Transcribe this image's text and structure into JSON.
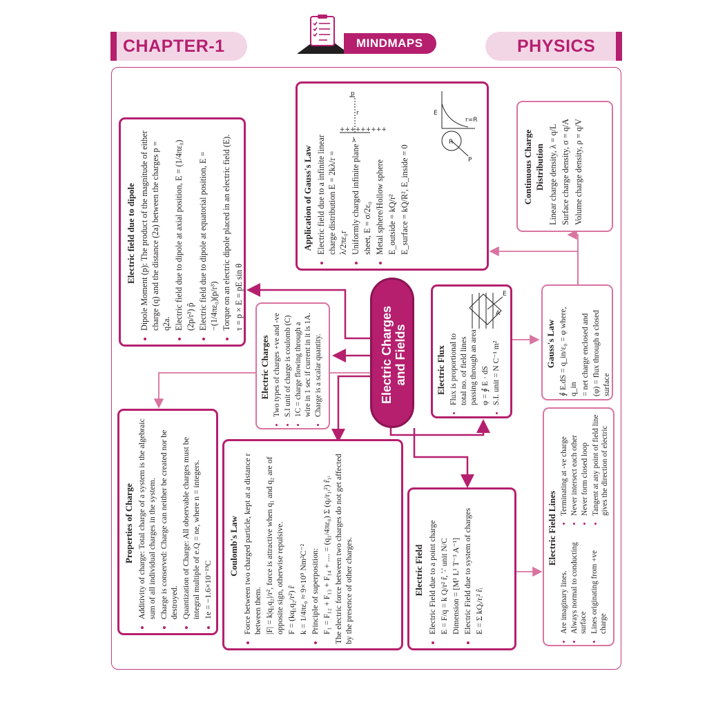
{
  "header": {
    "chapter": "CHAPTER-1",
    "badge": "MINDMAPS",
    "subject": "PHYSICS",
    "badge_icon": "clipboard-checklist-icon"
  },
  "colors": {
    "accent": "#b51f6e",
    "accent_light": "#f3d6e6",
    "connector": "#d9739f"
  },
  "center": {
    "line1": "Electric Charges",
    "line2": "and Fields"
  },
  "dipole": {
    "title": "Electric field due to dipole",
    "items": [
      "Dipole Moment (p): The product of the magnitude of either charge (q) and the distance (2a) between the charges p = q2a.",
      "Electric field due to dipole at axial position, E = (1/4πε₀)(2p/r³) p̂",
      "Electric field due to dipole at equatorial position, E = −(1/4πε₀)(p/r³)",
      "Torque on an electric dipole placed in an electric field (E)."
    ],
    "torque": "τ = p × E = pE sin θ"
  },
  "gauss_app": {
    "title": "Application of Gauss's Law",
    "items": [
      "Electric field due to a infinite linear charge distribution E = 2kλ/r = λ/2πε₀r",
      "Uniformly charged infinite plane sheet, E = σ/2ε₀",
      "Metal sphere/Hollow sphere"
    ],
    "sphere_outside": "E_outside = kQ/r²",
    "sphere_surface": "E_surface = kQ/R², E_inside = 0",
    "fig_labels": {
      "r": "r",
      "p": "p",
      "lambda": "λ",
      "E": "E",
      "rR": "r=R",
      "R": "R",
      "P": "P"
    }
  },
  "distribution": {
    "title": "Continuous Charge Distribution",
    "items": [
      "Linear charge density, λ = q/L",
      "Surface charge density, σ = q/A",
      "Volume charge density, ρ = q/V"
    ]
  },
  "charges": {
    "title": "Electric Charges",
    "items": [
      "Two types of charges +ve and -ve",
      "S.I unit of charge is coulomb (C)",
      "1C = charge flowing through a wire in 1 sec if current in it is 1A.",
      "Charge is a scalar quantity."
    ]
  },
  "flux": {
    "title": "Electric Flux",
    "items": [
      "Flux is proportional to total no. of field lines passing through an area",
      "S.I. unit = N C⁻¹ m²"
    ],
    "formula": "φ = ∮ E · dS",
    "fig_labels": {
      "E": "E",
      "A": "A"
    }
  },
  "gauss": {
    "title": "Gauss's Law",
    "lines": [
      "∮ E.dS = q_in/ε₀ = φ where, q_in",
      "= net charge enclosed and",
      "(φ) = flux through a closed surface"
    ]
  },
  "properties": {
    "title": "Properties of Charge",
    "items": [
      "Additivity of charge: Total charge of a system is the algebraic sum of all individual charges in the system.",
      "Charge is conserved: Charge can neither be created nor be destroyed.",
      "Quantization of Charge: All observable charges must be integral multiple of e.Q = ne, where n = integers.",
      "1e = −1.6×10⁻¹⁹C"
    ]
  },
  "coulomb": {
    "title": "Coulomb's Law",
    "items": [
      "Force between two charged particle, kept at a distance r between them.",
      "Principle of superposition:"
    ],
    "lines": [
      "|F| = k|q₁q₂|/r², force is attractive when q₁ and q₂ are of opposite sign, otherwise repulsive.",
      "F = (kq₁q₂/r²) r̂",
      "k = 1/4πε₀ ≈ 9×10⁹ Nm²C⁻²"
    ],
    "superposition": "F₁ = F₁₂ + F₁₃ + F₁₄ + .... = (q₁/4πε₀) Σ (qᵢ/r₁ᵢ²) r̂₁ᵢ",
    "note": "The electric force between two charges do not get affected by the presence of other charges."
  },
  "field": {
    "title": "Electric Field",
    "items": [
      "Electric Field due to a point charge",
      "Electric Field due to system of charges"
    ],
    "point_formula": "E = F/q = k Q/r² r̂,  ∵ unit N/C",
    "dimension": "Dimension = [M¹ L¹ T⁻³ A⁻¹]",
    "system_formula": "E = Σ kQᵢ/rᵢ² r̂ᵢ"
  },
  "field_lines": {
    "title": "Electric Field Lines",
    "items": [
      "Are imaginary lines.",
      "Always normal to conducting surface",
      "Lines originating from +ve charge",
      "Terminating at -ve charge",
      "Never intersect each other",
      "Never form closed loop",
      "Tangent at any point of field line gives the direction of electric field."
    ]
  }
}
